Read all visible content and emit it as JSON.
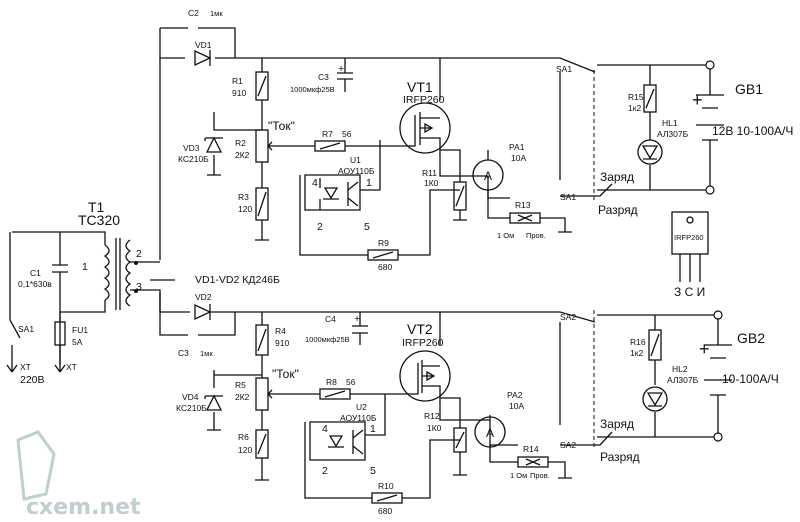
{
  "transformer": {
    "ref": "T1",
    "model": "TC320",
    "pin_left": "1",
    "pin_sec_top": "2",
    "pin_sec_bot": "3"
  },
  "mains": {
    "c1_ref": "C1",
    "c1_val": "0,1*630в",
    "sa_ref": "SA1",
    "fu_ref": "FU1",
    "fu_val": "5A",
    "xt_left": "XT",
    "xt_right": "XT",
    "voltage": "220В"
  },
  "diodes_note": "VD1-VD2  КД246Б",
  "channel1": {
    "c2_ref": "C2",
    "c2_val": "1мк",
    "vd_ref": "VD1",
    "r1_ref": "R1",
    "r1_val": "910",
    "c3_ref": "C3",
    "c3_val": "1000мкф25В",
    "c3_plus": "+",
    "r2_ref": "R2",
    "r2_val": "2К2",
    "tok": "\"Ток\"",
    "vd3_ref": "VD3",
    "vd3_val": "КС210Б",
    "r3_ref": "R3",
    "r3_val": "120",
    "r7_ref": "R7",
    "r7_val": "56",
    "u_ref": "U1",
    "u_val": "АОУ110Б",
    "pin4": "4",
    "pin1": "1",
    "pin2": "2",
    "pin5": "5",
    "vt_ref": "VT1",
    "vt_val": "IRFP260",
    "r11_ref": "R11",
    "r11_val": "1К0",
    "r9_ref": "R9",
    "r9_val": "680",
    "pa_ref": "PA1",
    "pa_val": "10A",
    "pa_sym": "A",
    "r13_ref": "R13",
    "r13_val": "1 Ом",
    "r13_type": "Пров.",
    "sa_top": "SA1",
    "sa_bot": "SA1",
    "mode_charge": "Заряд",
    "mode_discharge": "Разряд",
    "r15_ref": "R15",
    "r15_val": "1к2",
    "hl_ref": "HL1",
    "hl_val": "АЛ307Б",
    "gb_ref": "GB1",
    "gb_plus": "+",
    "gb_val": "12В 10-100А/Ч"
  },
  "channel2": {
    "c4_ref": "C4",
    "c4_val": "1000мкф25В",
    "c4_plus": "+",
    "vd_ref": "VD2",
    "c3_ref": "C3",
    "c3_val": "1мк",
    "r4_ref": "R4",
    "r4_val": "910",
    "r5_ref": "R5",
    "r5_val": "2К2",
    "tok": "\"Ток\"",
    "vd4_ref": "VD4",
    "vd4_val": "КС210Б",
    "r6_ref": "R6",
    "r6_val": "120",
    "r8_ref": "R8",
    "r8_val": "56",
    "u_ref": "U2",
    "u_val": "АОУ110Б",
    "pin4": "4",
    "pin1": "1",
    "pin2": "2",
    "pin5": "5",
    "vt_ref": "VT2",
    "vt_val": "IRFP260",
    "r12_ref": "R12",
    "r12_val": "1К0",
    "r10_ref": "R10",
    "r10_val": "680",
    "pa_ref": "PA2",
    "pa_val": "10A",
    "pa_sym": "A",
    "r14_ref": "R14",
    "r14_val": "1 Ом",
    "r14_type": "Пров.",
    "sa_top": "SA2",
    "sa_bot": "SA2",
    "mode_charge": "Заряд",
    "mode_discharge": "Разряд",
    "r16_ref": "R16",
    "r16_val": "1к2",
    "hl_ref": "HL2",
    "hl_val": "АЛ307Б",
    "gb_ref": "GB2",
    "gb_plus": "+",
    "gb_val": "10-100А/Ч"
  },
  "package": {
    "label": "IRFP260",
    "pins": "З С И"
  },
  "watermark": "cxem.net",
  "colors": {
    "ink": "#111111",
    "watermark": "#bfcfd0"
  }
}
